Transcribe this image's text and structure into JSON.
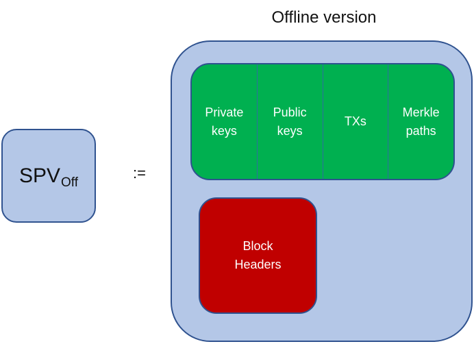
{
  "title": "Offline version",
  "spv": {
    "main": "SPV",
    "subscript": "Off"
  },
  "assign_operator": ":=",
  "components": [
    {
      "line1": "Private",
      "line2": "keys"
    },
    {
      "line1": "Public",
      "line2": "keys"
    },
    {
      "line1": "TXs",
      "line2": ""
    },
    {
      "line1": "Merkle",
      "line2": "paths"
    }
  ],
  "block_headers": {
    "line1": "Block",
    "line2": "Headers"
  },
  "colors": {
    "container": "#b4c7e7",
    "outline": "#2f528f",
    "data_box": "#00b050",
    "headers_box": "#c00000"
  }
}
